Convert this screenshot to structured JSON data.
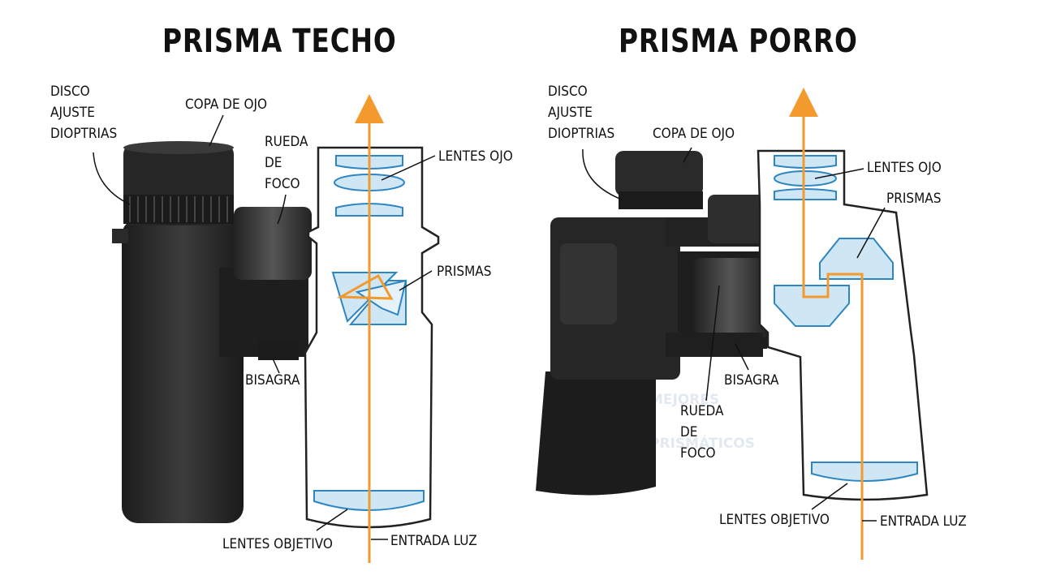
{
  "titles": {
    "roof": "PRISMA TECHO",
    "porro": "PRISMA PORRO"
  },
  "roof": {
    "diopter": [
      "DISCO",
      "AJUSTE",
      "DIOPTRIAS"
    ],
    "eyecup": "COPA DE OJO",
    "focus": [
      "RUEDA",
      "DE",
      "FOCO"
    ],
    "eye_lenses": "LENTES OJO",
    "prisms": "PRISMAS",
    "hinge": "BISAGRA",
    "objective": "LENTES OBJETIVO",
    "light": "ENTRADA LUZ"
  },
  "porro": {
    "diopter": [
      "DISCO",
      "AJUSTE",
      "DIOPTRIAS"
    ],
    "eyecup": "COPA DE OJO",
    "eye_lenses": "LENTES OJO",
    "prisms": "PRISMAS",
    "hinge": "BISAGRA",
    "focus": [
      "RUEDA",
      "DE",
      "FOCO"
    ],
    "objective": "LENTES OBJETIVO",
    "light": "ENTRADA LUZ"
  },
  "watermark": [
    "MEJORES",
    "PRISMÁTICOS"
  ],
  "colors": {
    "light_path": "#f29a2e",
    "lens_fill": "#cfe6f5",
    "lens_stroke": "#2d86c2",
    "body": "#2a2a2a"
  }
}
